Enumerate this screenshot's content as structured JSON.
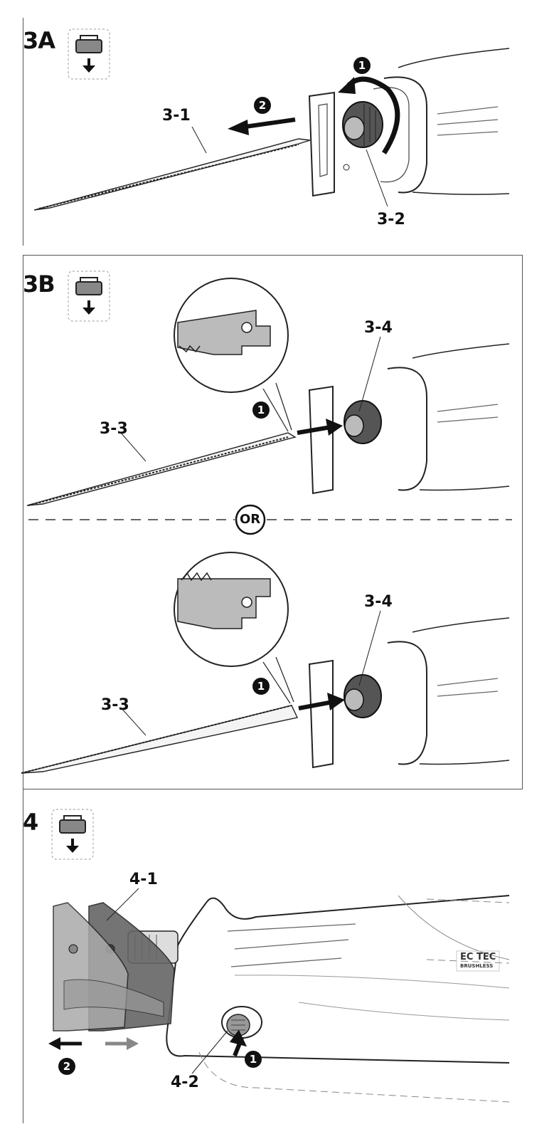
{
  "section_3a": {
    "label": "3A",
    "blade_label": "3-1",
    "clamp_label": "3-2",
    "step_1": "1",
    "step_2": "2"
  },
  "section_3b": {
    "label": "3B",
    "upper": {
      "blade_label": "3-3",
      "chuck_label": "3-4",
      "step_1": "1"
    },
    "separator": "OR",
    "lower": {
      "blade_label": "3-3",
      "chuck_label": "3-4",
      "step_1": "1"
    }
  },
  "section_4": {
    "label": "4",
    "shoe_label": "4-1",
    "button_label": "4-2",
    "step_1": "1",
    "step_2": "2",
    "badge_line_1": "EC TEC",
    "badge_line_2": "BRUSHLESS"
  },
  "icons": [
    "battery-remove-icon",
    "battery-remove-icon",
    "battery-remove-icon"
  ]
}
